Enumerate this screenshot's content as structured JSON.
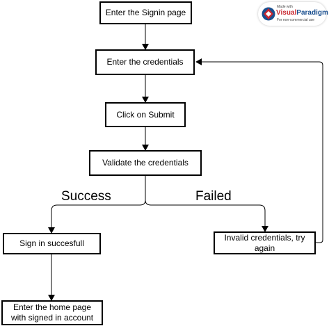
{
  "nodes": {
    "signin_page": "Enter the Signin page",
    "credentials": "Enter the credentials",
    "submit": "Click on Submit",
    "validate": "Validate the credentials",
    "success_box": "Sign in succesfull",
    "failed_box": "Invalid credentials, try again",
    "home_page": "Enter the home page with signed in account"
  },
  "edges": {
    "success_label": "Success",
    "failed_label": "Failed"
  },
  "badge": {
    "top_text": "Made with",
    "brand_first": "Visual",
    "brand_second": "Paradigm",
    "bottom_text": "For non-commercial use",
    "colors": {
      "red": "#c8262f",
      "blue": "#1a4f8f"
    }
  }
}
